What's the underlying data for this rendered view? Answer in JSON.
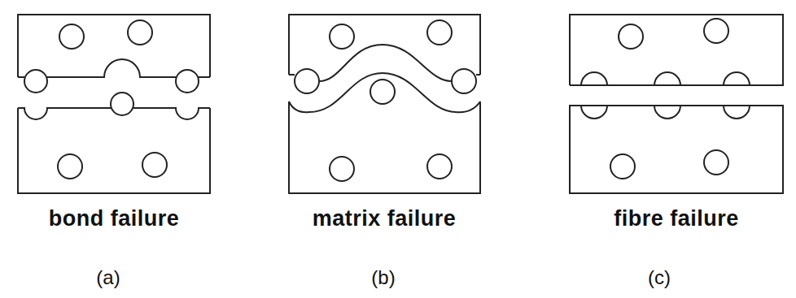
{
  "diagram": {
    "labels": [
      "bond failure",
      "matrix failure",
      "fibre failure",
      "(a)",
      "(b)",
      "(c)"
    ]
  }
}
